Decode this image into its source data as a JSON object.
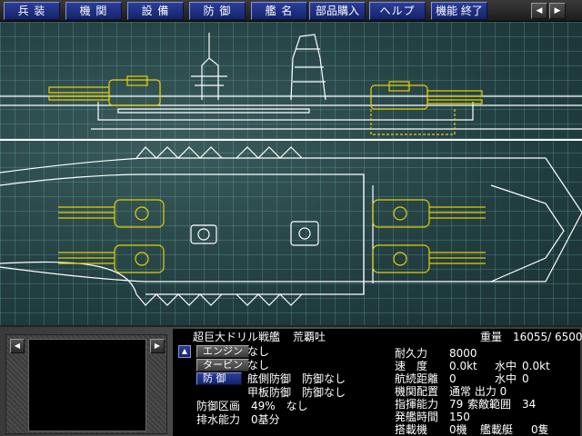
{
  "menu": {
    "items": [
      "兵 装",
      "機 関",
      "設 備",
      "防 御",
      "艦 名",
      "部品購入",
      "ヘルプ",
      "機能 終了"
    ],
    "prev_arrow": "◀",
    "next_arrow": "▶"
  },
  "preview": {
    "prev_arrow": "◀",
    "next_arrow": "▶"
  },
  "ship": {
    "class_name": "超巨大ドリル戦艦",
    "ship_name": "荒覇吐",
    "weight_label": "重量",
    "weight_value": "16055/ 65000"
  },
  "parts": {
    "up_arrow": "▲",
    "engine_label": "エンジン",
    "engine_value": "なし",
    "turbine_label": "タービン",
    "turbine_value": "なし",
    "defense_label": "防 御",
    "side_defense": "舷側防御　防御なし",
    "deck_defense": "甲板防御　防御なし",
    "zone_label": "防御区画",
    "zone_value": "49%　なし",
    "drain_label": "排水能力",
    "drain_value": "0基分"
  },
  "stats": {
    "durability_label": "耐久力",
    "durability_value": "8000",
    "speed_label": "速　度",
    "speed_value": "0.0kt",
    "underwater_speed_label": "水中",
    "underwater_speed_value": "0.0kt",
    "range_label": "航続距離",
    "range_value": "0",
    "underwater_range_label": "水中",
    "underwater_range_value": "0",
    "engine_layout_label": "機関配置",
    "engine_layout_value": "通常 出力 0",
    "command_label": "指揮能力",
    "command_value": "79",
    "command_range_label": "索敵範囲",
    "command_range_value": "34",
    "launch_label": "発艦時間",
    "launch_value": "150",
    "aircraft_label": "搭載機",
    "aircraft_value": "0機",
    "boats_label": "艦載艇",
    "boats_value": "0隻"
  },
  "colors": {
    "blueprint_bg": "#2a4a4a",
    "outline": "#ffffff",
    "weapon": "#e8d000",
    "button_blue": "#1e3080"
  }
}
